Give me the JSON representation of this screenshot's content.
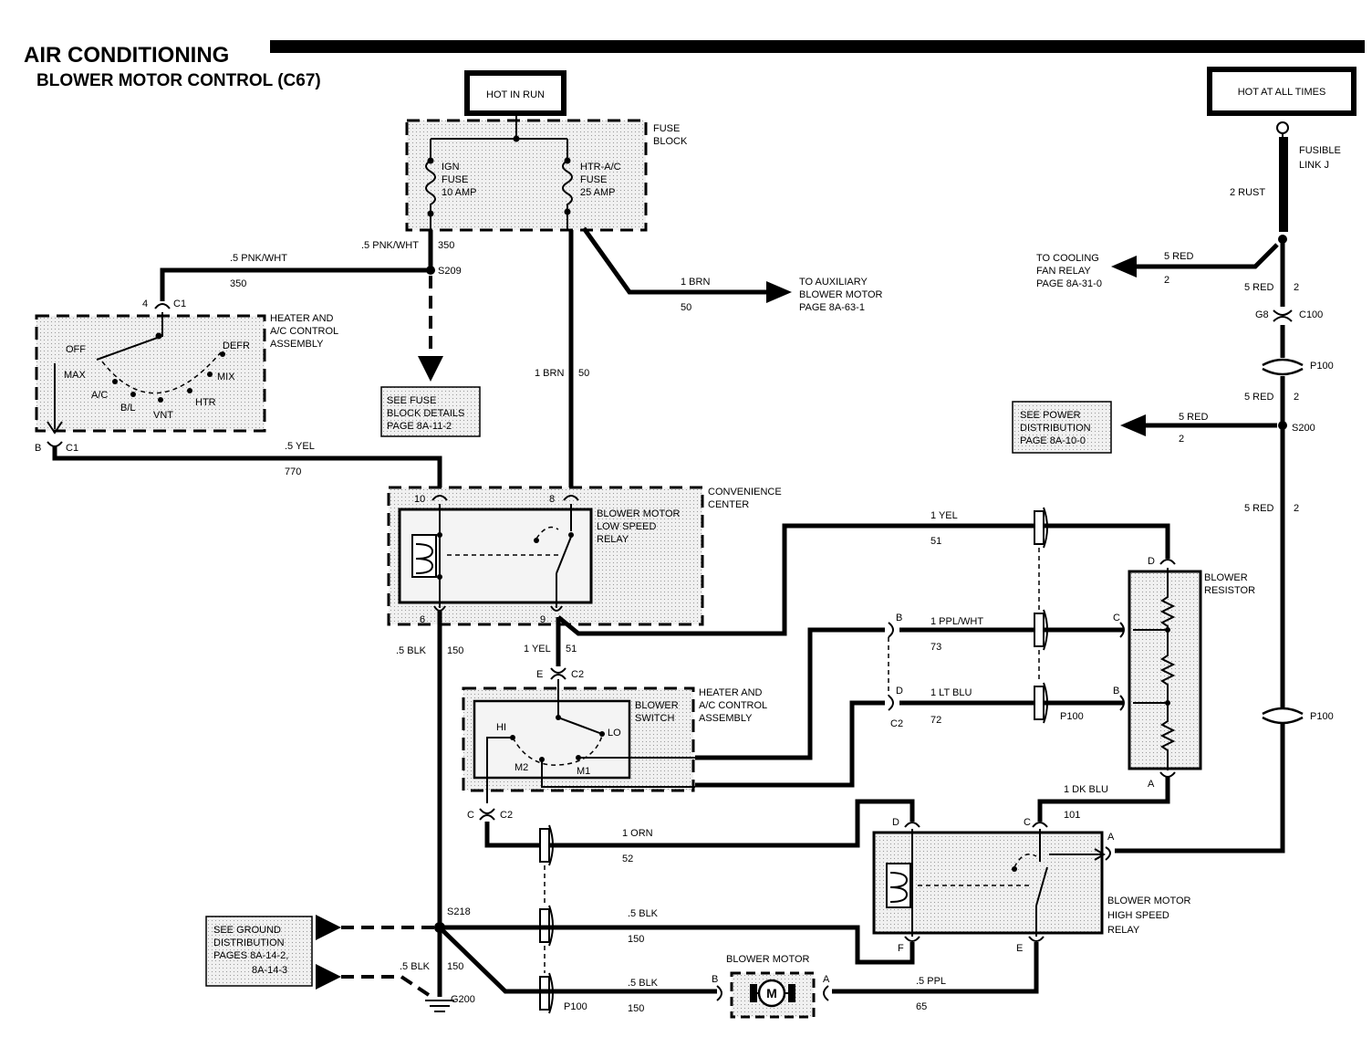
{
  "title": "AIR CONDITIONING",
  "subtitle": "BLOWER MOTOR CONTROL (C67)",
  "hot_in_run": "HOT IN RUN",
  "hot_at_all_times": "HOT AT ALL TIMES",
  "fuse_block": {
    "label1": "FUSE",
    "label2": "BLOCK",
    "ign_fuse": [
      "IGN",
      "FUSE",
      "10 AMP"
    ],
    "htr_fuse": [
      "HTR-A/C",
      "FUSE",
      "25 AMP"
    ]
  },
  "fusible_link": [
    "FUSIBLE",
    "LINK J"
  ],
  "wires": {
    "w_2rust": "2 RUST",
    "w_5pnkwht_a": ".5 PNK/WHT",
    "w_350_a": "350",
    "w_5pnkwht_b": ".5 PNK/WHT",
    "w_350_b": "350",
    "s209": "S209",
    "w_1brn_a": "1 BRN",
    "w_50_a": "50",
    "w_1brn_b": "1 BRN",
    "w_50_b": "50",
    "w_5red_a": "5 RED",
    "w_2_a": "2",
    "w_5red_b": "5 RED",
    "w_2_b": "2",
    "g8": "G8",
    "c100": "C100",
    "p100_a": "P100",
    "w_5red_c": "5 RED",
    "w_2_c": "2",
    "w_5red_d": "5 RED",
    "w_2_d": "2",
    "s200": "S200",
    "w_5red_e": "5 RED",
    "w_2_e": "2",
    "w_5yel": ".5 YEL",
    "w_770": "770",
    "w_1yel_a": "1 YEL",
    "w_51_a": "51",
    "w_1ppl": "1 PPL/WHT",
    "w_73": "73",
    "w_1ltblu": "1 LT BLU",
    "w_72": "72",
    "p100_b": "P100",
    "p100_c": "P100",
    "w_5blk_a": ".5 BLK",
    "w_150_a": "150",
    "w_1yel_b": "1 YEL",
    "w_51_b": "51",
    "w_1dkblu": "1 DK BLU",
    "w_101": "101",
    "w_1orn": "1 ORN",
    "w_52": "52",
    "s218": "S218",
    "w_5blk_b": ".5 BLK",
    "w_150_b": "150",
    "w_5blk_c": ".5 BLK",
    "w_150_c": "150",
    "w_5blk_d": ".5 BLK",
    "w_150_d": "150",
    "g200": "G200",
    "p100_d": "P100",
    "w_5ppl": ".5 PPL",
    "w_65": "65"
  },
  "to_cooling": [
    "TO COOLING",
    "FAN RELAY",
    "PAGE 8A-31-0"
  ],
  "to_aux": [
    "TO AUXILIARY",
    "BLOWER MOTOR",
    "PAGE 8A-63-1"
  ],
  "see_fuse": [
    "SEE FUSE",
    "BLOCK DETAILS",
    "PAGE 8A-11-2"
  ],
  "see_power": [
    "SEE POWER",
    "DISTRIBUTION",
    "PAGE 8A-10-0"
  ],
  "see_ground": [
    "SEE GROUND",
    "DISTRIBUTION",
    "PAGES 8A-14-2,",
    "8A-14-3"
  ],
  "heater_ac_control": [
    "HEATER AND",
    "A/C CONTROL",
    "ASSEMBLY"
  ],
  "heater_ac_control_2": [
    "HEATER AND",
    "A/C CONTROL",
    "ASSEMBLY"
  ],
  "selector": {
    "off": "OFF",
    "max": "MAX",
    "ac": "A/C",
    "bl": "B/L",
    "vnt": "VNT",
    "htr": "HTR",
    "mix": "MIX",
    "defr": "DEFR"
  },
  "convenience_center": [
    "CONVENIENCE",
    "CENTER"
  ],
  "low_relay": [
    "BLOWER MOTOR",
    "LOW SPEED",
    "RELAY"
  ],
  "high_relay": [
    "BLOWER MOTOR",
    "HIGH SPEED",
    "RELAY"
  ],
  "blower_resistor": [
    "BLOWER",
    "RESISTOR"
  ],
  "blower_switch": [
    "BLOWER",
    "SWITCH"
  ],
  "switch_pos": {
    "hi": "HI",
    "lo": "LO",
    "m2": "M2",
    "m1": "M1"
  },
  "blower_motor": "BLOWER MOTOR",
  "motor_symbol": "M",
  "connectors": {
    "c1_4": "4",
    "c1_a": "C1",
    "c1_b": "B",
    "c1_bb": "C1",
    "r10": "10",
    "r8": "8",
    "r6": "6",
    "r9": "9",
    "c2_e": "E",
    "c2_a": "C2",
    "c2_c": "C",
    "c2_b": "C2",
    "c2_bb": "B",
    "c2_dd": "D",
    "c2_cc": "C2",
    "res_d": "D",
    "res_c": "C",
    "res_b": "B",
    "res_a": "A",
    "hr_d": "D",
    "hr_c": "C",
    "hr_a": "A",
    "hr_f": "F",
    "hr_e": "E",
    "mot_b": "B",
    "mot_a": "A"
  }
}
